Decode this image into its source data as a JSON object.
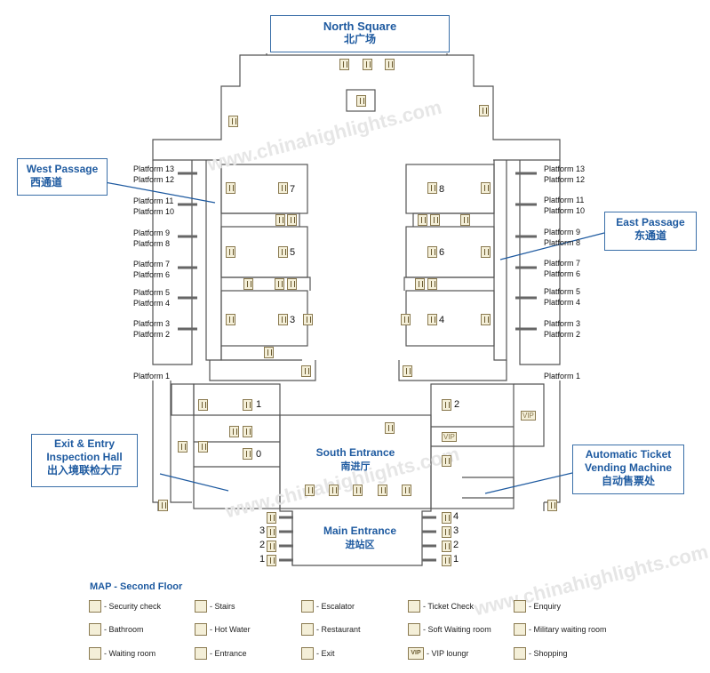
{
  "north_square": {
    "en": "North Square",
    "zh": "北广场"
  },
  "west_passage": {
    "en": "West Passage",
    "zh": "西通道"
  },
  "east_passage": {
    "en": "East Passage",
    "zh": "东通道"
  },
  "exit_entry": {
    "en1": "Exit & Entry",
    "en2": "Inspection Hall",
    "zh": "出入境联检大厅"
  },
  "ticket_machine": {
    "en1": "Automatic Ticket",
    "en2": "Vending Machine",
    "zh": "自动售票处"
  },
  "south_entrance": {
    "en": "South Entrance",
    "zh": "南进厅"
  },
  "main_entrance": {
    "en": "Main Entrance",
    "zh": "进站区"
  },
  "platforms_west": [
    [
      "Platform 13",
      "Platform 12"
    ],
    [
      "Platform 11",
      "Platform 10"
    ],
    [
      "Platform 9",
      "Platform 8"
    ],
    [
      "Platform 7",
      "Platform 6"
    ],
    [
      "Platform 5",
      "Platform 4"
    ],
    [
      "Platform 3",
      "Platform 2"
    ]
  ],
  "platforms_east": [
    [
      "Platform 13",
      "Platform 12"
    ],
    [
      "Platform 11",
      "Platform 10"
    ],
    [
      "Platform 9",
      "Platform 8"
    ],
    [
      "Platform 7",
      "Platform 6"
    ],
    [
      "Platform 5",
      "Platform 4"
    ],
    [
      "Platform 3",
      "Platform 2"
    ]
  ],
  "platform_1": "Platform 1",
  "waiting_numbers_west": [
    "7",
    "5",
    "3"
  ],
  "waiting_numbers_east": [
    "8",
    "6",
    "4"
  ],
  "hall_numbers_west": [
    "1",
    "0"
  ],
  "hall_numbers_east": [
    "2"
  ],
  "entrance_numbers_left": [
    "3",
    "2",
    "1"
  ],
  "entrance_numbers_right": [
    "4",
    "3",
    "2",
    "1"
  ],
  "legend": {
    "title": "MAP - Second Floor",
    "items": [
      {
        "icon": "security-check",
        "label": "- Security check"
      },
      {
        "icon": "stairs",
        "label": "- Stairs"
      },
      {
        "icon": "escalator",
        "label": "- Escalator"
      },
      {
        "icon": "ticket-check",
        "label": "- Ticket Check"
      },
      {
        "icon": "enquiry",
        "label": "- Enquiry"
      },
      {
        "icon": "bathroom",
        "label": "- Bathroom"
      },
      {
        "icon": "hot-water",
        "label": "- Hot Water"
      },
      {
        "icon": "restaurant",
        "label": "- Restaurant"
      },
      {
        "icon": "soft-waiting-room",
        "label": "- Soft Waiting room"
      },
      {
        "icon": "military-waiting-room",
        "label": "- Military waiting room"
      },
      {
        "icon": "waiting-room",
        "label": "- Waiting room"
      },
      {
        "icon": "entrance",
        "label": "- Entrance"
      },
      {
        "icon": "exit",
        "label": "- Exit"
      },
      {
        "icon": "vip",
        "label": "- VIP loungr"
      },
      {
        "icon": "shopping",
        "label": "- Shopping"
      }
    ]
  },
  "vip_text": "VIP",
  "watermark": "www.chinahighlights.com",
  "colors": {
    "accent": "#1e5aa0",
    "wall": "#555555",
    "icon_fill": "#f4efd8",
    "icon_border": "#8a7a50"
  }
}
